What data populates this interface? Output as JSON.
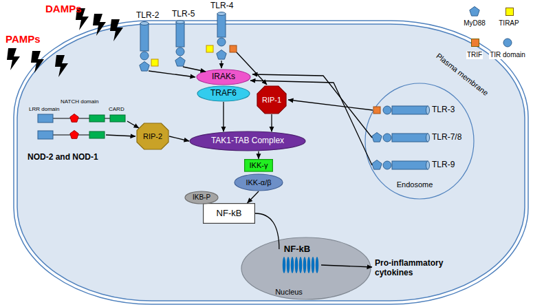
{
  "diagram": {
    "nodes": [
      {
        "text": [
          "IRAKs"
        ]
      },
      {
        "text": [
          "TRAF6"
        ]
      },
      {
        "text": [
          "RIP-1"
        ]
      },
      {
        "text": [
          "RIP-2"
        ]
      },
      {
        "text": [
          "TAK1-TAB Complex"
        ]
      },
      {
        "text": [
          "IKK-γ"
        ]
      },
      {
        "text": [
          "IKK-α/β"
        ]
      },
      {
        "text": [
          "IKB-P"
        ]
      },
      {
        "text": [
          "NF-kB"
        ]
      },
      {
        "text": [
          "Endosome"
        ]
      },
      {
        "text": [
          "Nucleus"
        ]
      },
      {
        "text": [
          "NF-kB"
        ],
        "in": 10
      }
    ],
    "edges": [
      {
        "from": 1,
        "to": 4,
        "arrow": "to"
      },
      {
        "from": 2,
        "to": 4,
        "arrow": "to"
      },
      {
        "from": 3,
        "to": 4,
        "arrow": "to"
      },
      {
        "from": 4,
        "to": 5,
        "arrow": "to"
      },
      {
        "from": 6,
        "to": 8,
        "arrow": "to"
      },
      {
        "from": 8,
        "to": 11,
        "arrow": "none"
      }
    ],
    "labels": [
      "DAMPs",
      "PAMPs",
      "TLR-2",
      "TLR-5",
      "TLR-4",
      "Plasma membrane",
      "TLR-3",
      "TLR-7/8",
      "TLR-9",
      "LRR domain",
      "NATCH domain",
      "CARD",
      "NOD-2 and NOD-1",
      "Pro-inflammatory cytokines"
    ],
    "legend": [
      {
        "text": "MyD88"
      },
      {
        "text": "TIRAP",
        "color": "#ffff00"
      },
      {
        "text": "TRIF",
        "color": "#ed7d31"
      },
      {
        "text": "TIR domain"
      }
    ]
  }
}
